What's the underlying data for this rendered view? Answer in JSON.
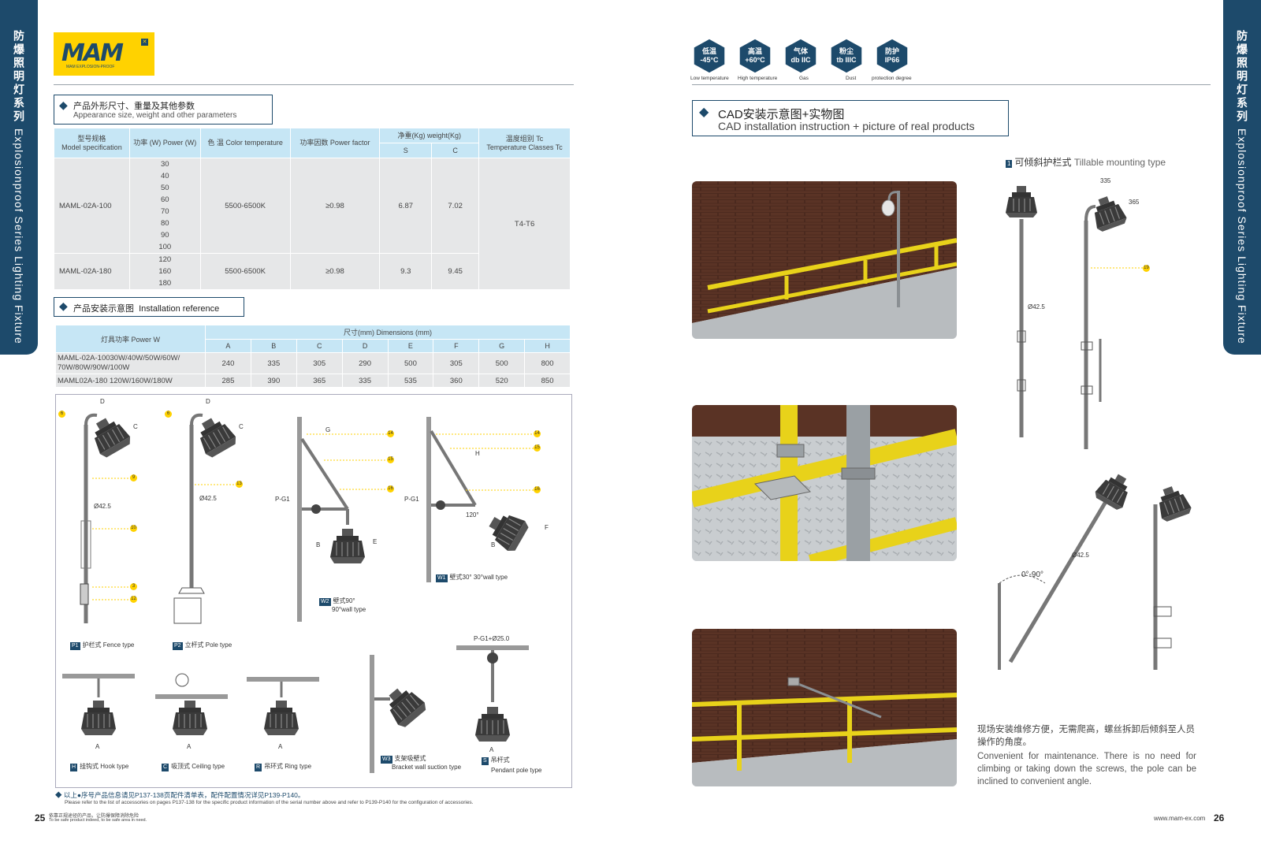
{
  "side_tab": {
    "cn": "防爆照明灯系列",
    "en": "Explosionproof Series Lighting Fixture"
  },
  "logo": {
    "brand": "MAM",
    "tagline": "MAM EXPLOSION-PROOF"
  },
  "left": {
    "section1": {
      "cn": "产品外形尺寸、重量及其他参数",
      "en": "Appearance size, weight and other parameters"
    },
    "table1": {
      "headers": {
        "model": "型号规格\nModel specification",
        "power": "功率 (W)  Power (W)",
        "color": "色  温  Color temperature",
        "pf": "功率因数  Power factor",
        "weight": "净重(Kg)  weight(Kg)",
        "s": "S",
        "c": "C",
        "temp": "温度组别 Tc\nTemperature Classes Tc"
      },
      "rows": [
        {
          "model": "MAML-02A-100",
          "powers": [
            "30",
            "40",
            "50",
            "60",
            "70",
            "80",
            "90",
            "100"
          ],
          "color": "5500-6500K",
          "pf": "≥0.98",
          "s": "6.87",
          "c": "7.02"
        },
        {
          "model": "MAML-02A-180",
          "powers": [
            "120",
            "160",
            "180"
          ],
          "color": "5500-6500K",
          "pf": "≥0.98",
          "s": "9.3",
          "c": "9.45"
        }
      ],
      "temp": "T4-T6"
    },
    "section2": {
      "cn": "产品安装示意图",
      "en": "Installation reference"
    },
    "table2": {
      "header_power": "灯具功率  Power   W",
      "header_dim": "尺寸(mm)   Dimensions (mm)",
      "cols": [
        "A",
        "B",
        "C",
        "D",
        "E",
        "F",
        "G",
        "H"
      ],
      "rows": [
        {
          "label": "MAML-02A-10030W/40W/50W/60W/\n70W/80W/90W/100W",
          "vals": [
            "240",
            "335",
            "305",
            "290",
            "500",
            "305",
            "500",
            "800"
          ]
        },
        {
          "label": "MAML02A-180   120W/160W/180W",
          "vals": [
            "285",
            "390",
            "365",
            "335",
            "535",
            "360",
            "520",
            "850"
          ]
        }
      ]
    },
    "diagrams": {
      "p1": {
        "tag": "P1",
        "label": "护栏式 Fence type"
      },
      "p2": {
        "tag": "P2",
        "label": "立杆式 Pole type"
      },
      "w2": {
        "tag": "W2",
        "label": "壁式90°",
        "sub": "90°wall type"
      },
      "w1": {
        "tag": "W1",
        "label": "壁式30° 30°wall type"
      },
      "h": {
        "tag": "H",
        "label": "挂钩式 Hook type"
      },
      "c": {
        "tag": "C",
        "label": "吸顶式 Ceiling type"
      },
      "r": {
        "tag": "R",
        "label": "吊环式 Ring type"
      },
      "w3": {
        "tag": "W3",
        "label": "支架吸壁式",
        "sub": "Bracket wall suction type"
      },
      "s": {
        "tag": "S",
        "label": "吊杆式",
        "sub": "Pendant pole type"
      },
      "dims": {
        "d": "D",
        "c": "C",
        "g": "G",
        "h": "H",
        "e": "E",
        "f": "F",
        "b": "B",
        "phi": "Ø42.5",
        "a": "A",
        "pipe": "P-G1",
        "pipe2": "P-G1+Ø25.0",
        "ang": "120°"
      }
    },
    "footnote": {
      "cn": "以上●序号产品信息请见P137-138页配件清单表，配件配置情况详见P139-P140。",
      "en": "Please refer to the list of accessories on pages P137-138 for the specific product information of the serial number above and refer to P139-P140 for the configuration of accessories."
    },
    "page_num": "25",
    "page_note_cn": "依靠正规途径的产品，让防爆保障消除危险",
    "page_note_en": "To be safe product indeed, to be safe area in need."
  },
  "right": {
    "badges": [
      {
        "cn": "低温",
        "val": "-45°C",
        "en": "Low temperature"
      },
      {
        "cn": "高温",
        "val": "+60°C",
        "en": "High temperature"
      },
      {
        "cn": "气体",
        "val": "db IIC",
        "en": "Gas"
      },
      {
        "cn": "粉尘",
        "val": "tb IIIC",
        "en": "Dust"
      },
      {
        "cn": "防护",
        "val": "IP66",
        "en": "protection degree"
      }
    ],
    "section": {
      "cn": "CAD安装示意图+实物图",
      "en": "CAD installation instruction + picture of real products"
    },
    "tillable": {
      "tag": "1",
      "cn": "可倾斜护栏式",
      "en": "Tillable mounting type"
    },
    "cad_dims": {
      "w": "335",
      "h": "365",
      "phi1": "Ø42.5",
      "phi2": "Ø42.5",
      "n19": "19",
      "angle": "0°-90°"
    },
    "desc": {
      "cn": "现场安装维修方便，无需爬高，螺丝拆卸后倾斜至人员操作的角度。",
      "en": "Convenient for maintenance. There is no need for climbing or taking down the screws, the pole can be inclined to convenient angle."
    },
    "website": "www.mam-ex.com",
    "page_num": "26"
  },
  "colors": {
    "navy": "#1d4a6b",
    "yellow": "#ffd200",
    "light_blue": "#c6e6f5",
    "grey_cell": "#e6e7e8",
    "brick": "#5a3325"
  }
}
